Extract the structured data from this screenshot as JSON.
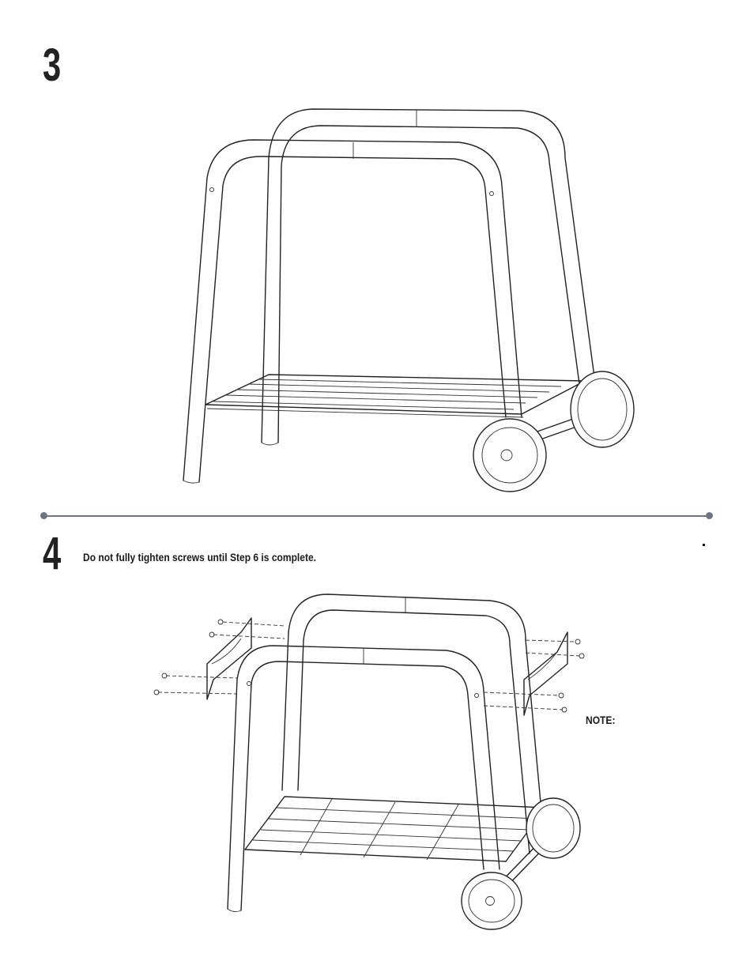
{
  "steps": [
    {
      "number": "3",
      "instruction": ""
    },
    {
      "number": "4",
      "instruction": "Do not fully tighten screws until Step 6 is complete.",
      "note_label": "NOTE:"
    }
  ]
}
